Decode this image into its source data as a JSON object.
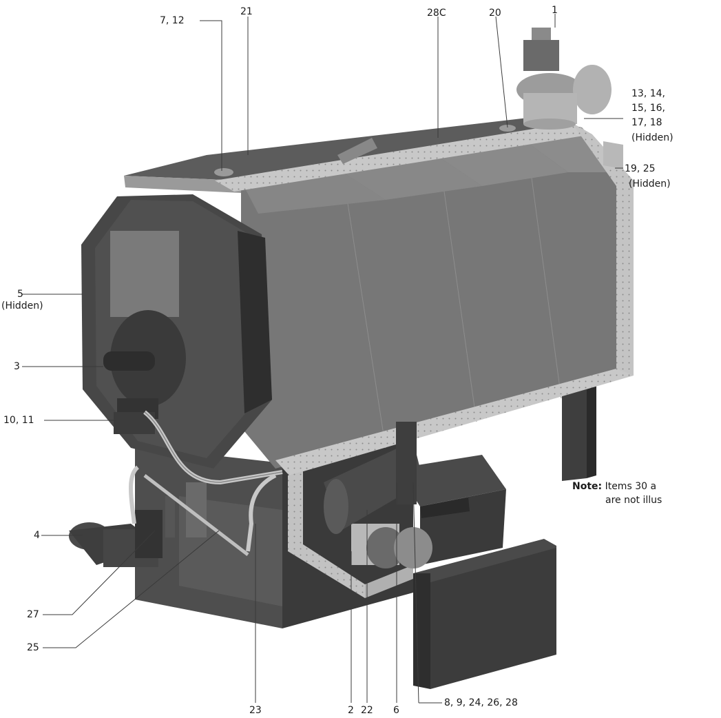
{
  "labels": {
    "l_7_12": "7, 12",
    "l_21": "21",
    "l_28c": "28C",
    "l_20": "20",
    "l_1": "1",
    "l_13_14": "13, 14,",
    "l_15_16": "15, 16,",
    "l_17_18": "17, 18",
    "l_hidden_a": "(Hidden)",
    "l_19_25": "19, 25",
    "l_hidden_b": "(Hidden)",
    "l_5": "5",
    "l_hidden_c": "(Hidden)",
    "l_3": "3",
    "l_10_11": "10, 11",
    "l_4": "4",
    "l_27": "27",
    "l_25": "25",
    "l_23": "23",
    "l_2": "2",
    "l_22": "22",
    "l_6": "6",
    "l_8_etc": "8, 9, 24, 26, 28"
  },
  "note": {
    "prefix": "Note:",
    "line1": "Items 30 a",
    "line2": "are not illus"
  },
  "colors": {
    "body_dark": "#4a4a4a",
    "body_mid": "#707070",
    "trim_light": "#c8c8c8",
    "leader": "#3a3a3a"
  }
}
